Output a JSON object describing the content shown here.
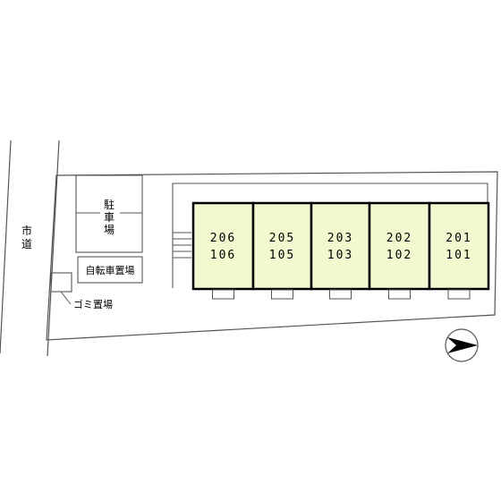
{
  "road": {
    "label_chars": [
      "市",
      "道"
    ]
  },
  "parking": {
    "label_chars": [
      "駐",
      "車",
      "場"
    ]
  },
  "bicycle_parking": {
    "label": "自転車置場"
  },
  "garbage": {
    "label": "ゴミ置場"
  },
  "units": [
    {
      "upper": "206",
      "lower": "106"
    },
    {
      "upper": "205",
      "lower": "105"
    },
    {
      "upper": "203",
      "lower": "103"
    },
    {
      "upper": "202",
      "lower": "102"
    },
    {
      "upper": "201",
      "lower": "101"
    }
  ],
  "colors": {
    "unit_fill": "#f3f9cf",
    "outline": "#000000",
    "line": "#555555"
  },
  "compass": {
    "icon": "north-arrow-icon"
  }
}
